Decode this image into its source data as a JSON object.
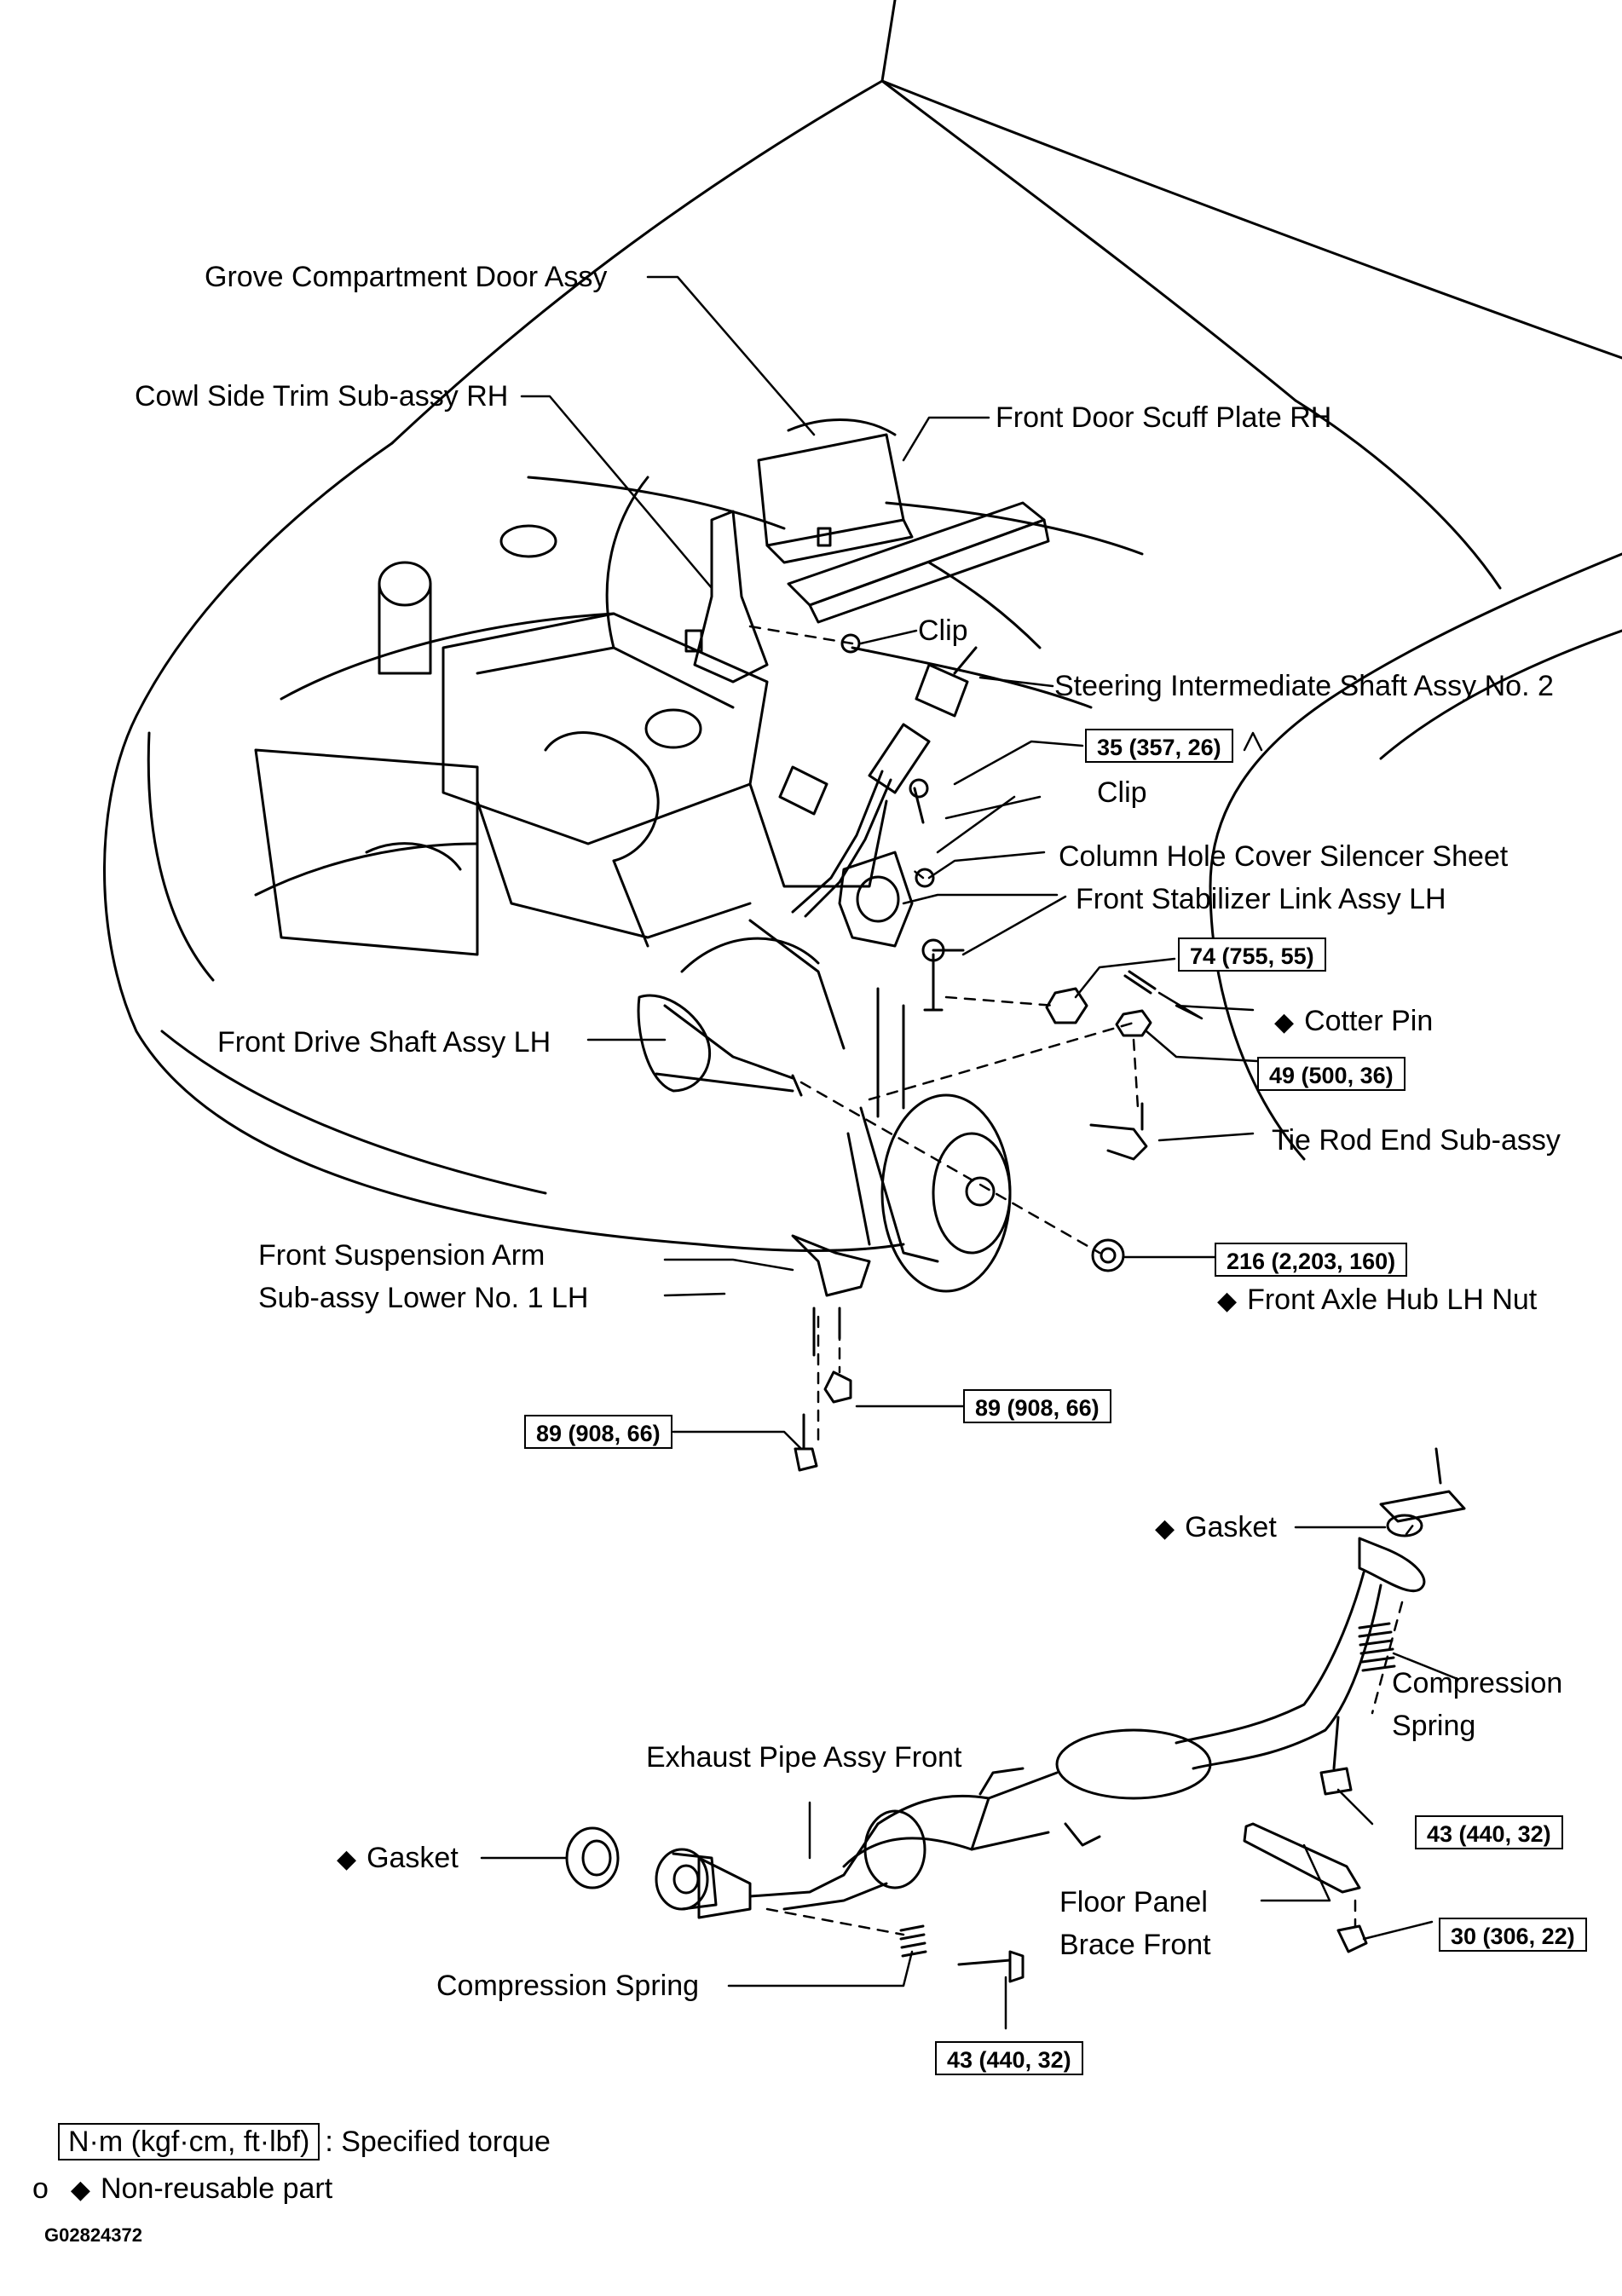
{
  "labels": {
    "glove_door": "Grove Compartment Door Assy",
    "cowl_trim": "Cowl Side Trim Sub-assy RH",
    "scuff_plate": "Front Door Scuff Plate RH",
    "clip_upper": "Clip",
    "steering_shaft": "Steering Intermediate Shaft Assy No. 2",
    "clip_lower": "Clip",
    "column_cover": "Column Hole Cover Silencer Sheet",
    "stab_link": "Front Stabilizer Link Assy LH",
    "cotter_pin": "Cotter Pin",
    "drive_shaft": "Front Drive Shaft Assy LH",
    "tie_rod": "Tie Rod End Sub-assy",
    "susp_arm_1": "Front Suspension Arm",
    "susp_arm_2": "Sub-assy Lower No. 1 LH",
    "axle_nut": "Front Axle Hub LH Nut",
    "gasket_upper": "Gasket",
    "comp_spring_upper_1": "Compression",
    "comp_spring_upper_2": "Spring",
    "exhaust_pipe": "Exhaust Pipe Assy Front",
    "gasket_lower": "Gasket",
    "floor_brace_1": "Floor Panel",
    "floor_brace_2": "Brace Front",
    "comp_spring_lower": "Compression Spring"
  },
  "torques": {
    "steering_shaft": "35 (357, 26)",
    "stab_link": "74 (755, 55)",
    "tie_rod": "49 (500, 36)",
    "axle_nut": "216 (2,203, 160)",
    "arm_nut": "89 (908, 66)",
    "arm_bolt": "89 (908, 66)",
    "spring_bolt_upper": "43 (440, 32)",
    "brace_nut": "30 (306, 22)",
    "spring_bolt_lower": "43 (440, 32)"
  },
  "non_reusable_mark": "◆",
  "legend": {
    "unit_box": "N·m (kgf·cm, ft·lbf)",
    "unit_text": ": Specified torque",
    "bullet": "o",
    "nonreusable_text": "Non-reusable part"
  },
  "figure_id": "G02824372"
}
